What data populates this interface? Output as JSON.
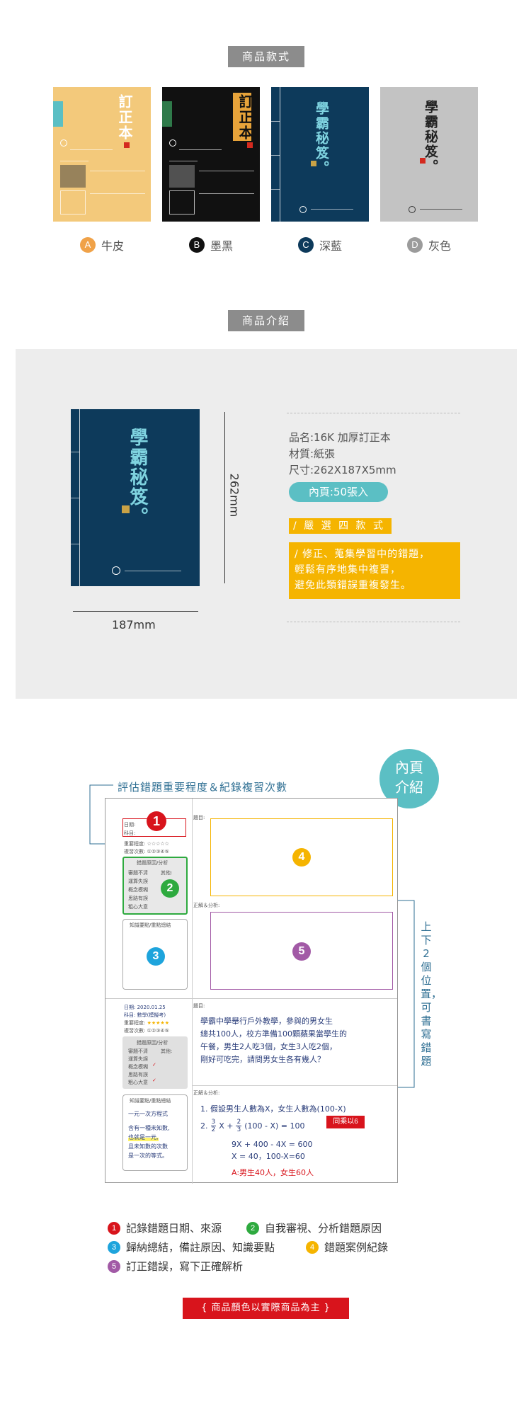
{
  "styles_section": {
    "tag": "商品款式",
    "items": [
      {
        "letter": "A",
        "name": "牛皮",
        "color": "#f3c97b",
        "badge_color": "#f0a248"
      },
      {
        "letter": "B",
        "name": "墨黑",
        "color": "#111111",
        "badge_color": "#111111"
      },
      {
        "letter": "C",
        "name": "深藍",
        "color": "#0d3a5b",
        "badge_color": "#0d3a5b"
      },
      {
        "letter": "D",
        "name": "灰色",
        "color": "#c3c3c3",
        "badge_color": "#9b9b9b"
      }
    ],
    "card_titles": {
      "correction": "訂正本",
      "secret": "學霸秘笈。"
    }
  },
  "intro_section": {
    "tag": "商品介紹",
    "book_title": "學霸秘笈。",
    "width_label": "187mm",
    "height_label": "262mm",
    "specs": [
      "品名:16K 加厚訂正本",
      "材質:紙張",
      "尺寸:262X187X5mm"
    ],
    "pages_pill": "內頁:50張入",
    "feature_tag": "/ 嚴 選 四 款 式",
    "feature_lines": [
      "/ 修正、蒐集學習中的錯題，",
      "輕鬆有序地集中複習，",
      "避免此類錯誤重複發生。"
    ]
  },
  "inner_section": {
    "circle_title": [
      "內頁",
      "介紹"
    ],
    "eval_title": "評估錯題重要程度＆紀錄複習次數",
    "side_text": "上下2個位置，可書寫錯題",
    "sheet": {
      "date_label": "日期:",
      "subject_label": "科目:",
      "importance_label": "重要程度:",
      "review_label": "複習次數:",
      "reason_header": "錯題原因/分析",
      "reasons": [
        "審題不清",
        "運算失誤",
        "概念模糊",
        "思路有誤",
        "粗心大意"
      ],
      "other_label": "其他:",
      "summary_header": "知識要點/重點總結",
      "question_label": "題目:",
      "answer_label": "正解＆分析:",
      "filled_date": "日期: 2020.01.25",
      "filled_subject": "科目: 數學(模擬考)",
      "filled_summary": [
        "一元一次方程式",
        "含有一種未知數,",
        "也就是一元,",
        "且未知數的次數",
        "是一次的等式。"
      ],
      "filled_question": [
        "學霸中學舉行戶外教學，參與的男女生",
        "總共100人，校方準備100顆蘋果當學生的",
        "午餐，男生2人吃3個，女生3人吃2個，",
        "剛好可吃完，請問男女生各有幾人？"
      ],
      "filled_answer_1": "1. 假設男生人數為X，女生人數為(100-X)",
      "filled_answer_2_prefix": "2.",
      "filled_answer_2_suffix": "(100 - X) = 100",
      "frac_a_num": "3",
      "frac_a_den": "2",
      "frac_b_num": "2",
      "frac_b_den": "3",
      "x_plus": "X +",
      "multiply_tag": "同乘以6",
      "filled_answer_3": "9X + 400  - 4X = 600",
      "filled_answer_4": "X = 40，100-X=60",
      "filled_answer_5": "A:男生40人，女生60人"
    },
    "legend": [
      {
        "num": "1",
        "text": "記錄錯題日期、來源",
        "color": "#d8141c"
      },
      {
        "num": "2",
        "text": "自我審視、分析錯題原因",
        "color": "#2eaa3f"
      },
      {
        "num": "3",
        "text": "歸納總結，備註原因、知識要點",
        "color": "#1ea4dc"
      },
      {
        "num": "4",
        "text": "錯題案例紀錄",
        "color": "#f5b400"
      },
      {
        "num": "5",
        "text": "訂正錯誤，寫下正確解析",
        "color": "#a25aa6"
      }
    ],
    "notice": "{ 商品顏色以實際商品為主 }"
  }
}
